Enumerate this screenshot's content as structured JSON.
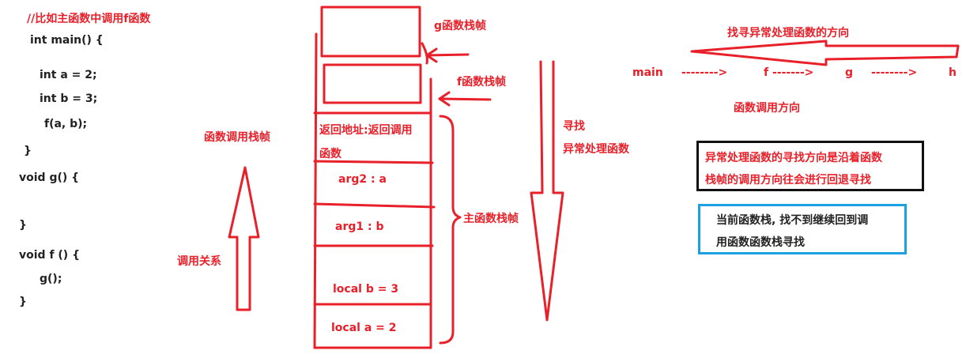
{
  "code": {
    "comment": "//比如主函数中调用f函数",
    "lines": [
      "int main() {",
      "int a = 2;",
      "int b = 3;",
      "f(a, b);",
      "}",
      "void g() {",
      "}",
      "void f () {",
      "g();",
      "}"
    ]
  },
  "labels": {
    "call_stack_frames": "函数调用栈帧",
    "call_relation": "调用关系",
    "g_frame": "g函数栈帧",
    "f_frame": "f函数栈帧",
    "main_frame": "主函数栈帧",
    "search_1": "寻找",
    "search_2": "异常处理函数",
    "search_direction": "找寻异常处理函数的方向",
    "call_direction": "函数调用方向"
  },
  "stack": {
    "return_addr_1": "返回地址:返回调用",
    "return_addr_2": "函数",
    "arg2": "arg2 : a",
    "arg1": "arg1 : b",
    "local_b": "local b  = 3",
    "local_a": "local a  = 2"
  },
  "chain": {
    "main": "main",
    "arrow1": "-------->",
    "f": "f ------->",
    "g": "g",
    "arrow2": "-------->",
    "h": "h"
  },
  "notes": {
    "box1_line1": "异常处理函数的寻找方向是沿着函数",
    "box1_line2": "栈帧的调用方向往会进行回退寻找",
    "box2_line1": "当前函数栈, 找不到继续回到调",
    "box2_line2": "用函数函数栈寻找"
  },
  "colors": {
    "annotation": "#e8202a",
    "note_border": "#111111",
    "note_border_blue": "#1ba1e2"
  }
}
